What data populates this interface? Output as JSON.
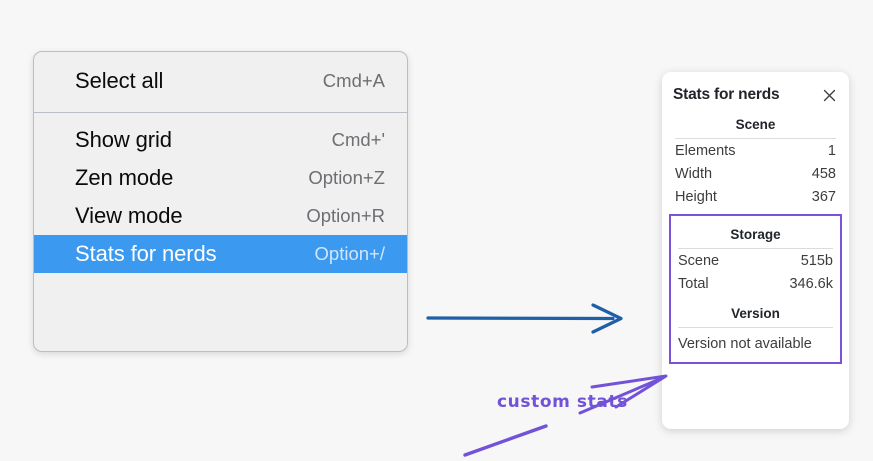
{
  "context_menu": {
    "groups": [
      {
        "items": [
          {
            "label": "Select all",
            "shortcut": "Cmd+A",
            "selected": false
          }
        ]
      },
      {
        "items": [
          {
            "label": "Show grid",
            "shortcut": "Cmd+'",
            "selected": false
          },
          {
            "label": "Zen mode",
            "shortcut": "Option+Z",
            "selected": false
          },
          {
            "label": "View mode",
            "shortcut": "Option+R",
            "selected": false
          },
          {
            "label": "Stats for nerds",
            "shortcut": "Option+/",
            "selected": true
          }
        ]
      }
    ],
    "highlight_color": "#3b9aef"
  },
  "stats_panel": {
    "title": "Stats for nerds",
    "close_icon": "close-icon",
    "scene": {
      "section_title": "Scene",
      "rows": [
        {
          "key": "Elements",
          "value": "1"
        },
        {
          "key": "Width",
          "value": "458"
        },
        {
          "key": "Height",
          "value": "367"
        }
      ]
    },
    "storage": {
      "section_title": "Storage",
      "rows": [
        {
          "key": "Scene",
          "value": "515b"
        },
        {
          "key": "Total",
          "value": "346.6k"
        }
      ]
    },
    "version": {
      "section_title": "Version",
      "text": "Version not available"
    },
    "highlight_border_color": "#7b52d8"
  },
  "annotations": {
    "custom_stats_label": "custom stats",
    "ink_color": "#7152d8",
    "flow_arrow_color": "#1f5fa8"
  }
}
